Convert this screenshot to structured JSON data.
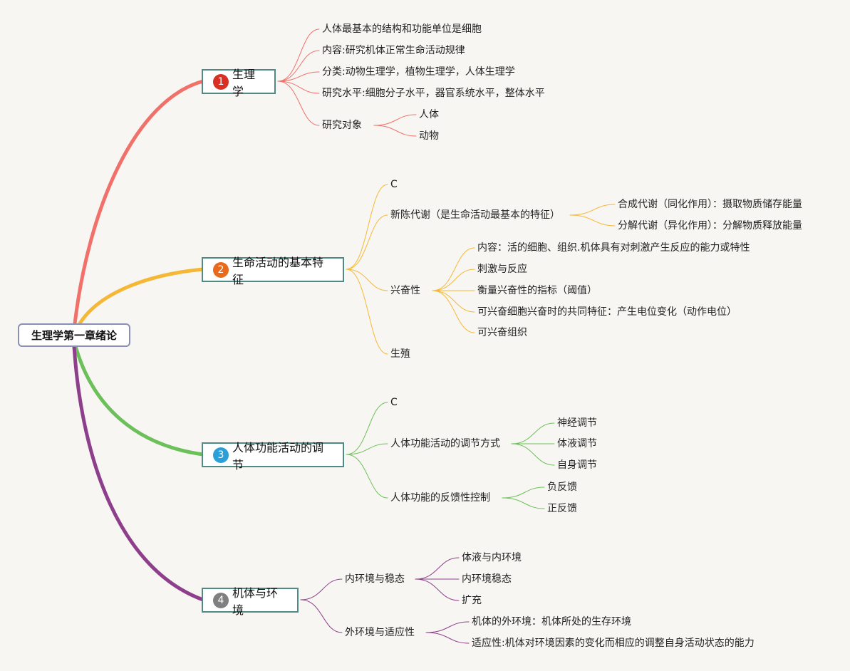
{
  "root": {
    "label": "生理学第一章绪论"
  },
  "colors": {
    "t1": "#f2706a",
    "t2": "#f5b836",
    "t3": "#6cc05a",
    "t4": "#8e3f8c"
  },
  "topics": [
    {
      "num": "1",
      "label": "生理学",
      "badge_color": "#d93025",
      "children": [
        {
          "label": "人体最基本的结构和功能单位是细胞"
        },
        {
          "label": "内容:研究机体正常生命活动规律"
        },
        {
          "label": "分类:动物生理学，植物生理学，人体生理学"
        },
        {
          "label": "研究水平:细胞分子水平，器官系统水平，整体水平"
        },
        {
          "label": "研究对象",
          "children": [
            {
              "label": "人体"
            },
            {
              "label": "动物"
            }
          ]
        }
      ]
    },
    {
      "num": "2",
      "label": "生命活动的基本特征",
      "badge_color": "#e96a1c",
      "children": [
        {
          "label": "C"
        },
        {
          "label": "新陈代谢（是生命活动最基本的特征）",
          "children": [
            {
              "label": "合成代谢（同化作用）：摄取物质储存能量"
            },
            {
              "label": "分解代谢（异化作用）：分解物质释放能量"
            }
          ]
        },
        {
          "label": "兴奋性",
          "children": [
            {
              "label": "内容：活的细胞、组织.机体具有对刺激产生反应的能力或特性"
            },
            {
              "label": "刺激与反应"
            },
            {
              "label": "衡量兴奋性的指标（阈值）"
            },
            {
              "label": "可兴奋细胞兴奋时的共同特征：产生电位变化（动作电位）"
            },
            {
              "label": "可兴奋组织"
            }
          ]
        },
        {
          "label": "生殖"
        }
      ]
    },
    {
      "num": "3",
      "label": "人体功能活动的调节",
      "badge_color": "#2a9fd8",
      "children": [
        {
          "label": "C"
        },
        {
          "label": "人体功能活动的调节方式",
          "children": [
            {
              "label": "神经调节"
            },
            {
              "label": "体液调节"
            },
            {
              "label": "自身调节"
            }
          ]
        },
        {
          "label": "人体功能的反馈性控制",
          "children": [
            {
              "label": "负反馈"
            },
            {
              "label": "正反馈"
            }
          ]
        }
      ]
    },
    {
      "num": "4",
      "label": "机体与环境",
      "badge_color": "#808080",
      "children": [
        {
          "label": "内环境与稳态",
          "children": [
            {
              "label": "体液与内环境"
            },
            {
              "label": "内环境稳态"
            },
            {
              "label": "扩充"
            }
          ]
        },
        {
          "label": "外环境与适应性",
          "children": [
            {
              "label": "机体的外环境：机体所处的生存环境"
            },
            {
              "label": "适应性:机体对环境因素的变化而相应的调整自身活动状态的能力"
            }
          ]
        }
      ]
    }
  ]
}
